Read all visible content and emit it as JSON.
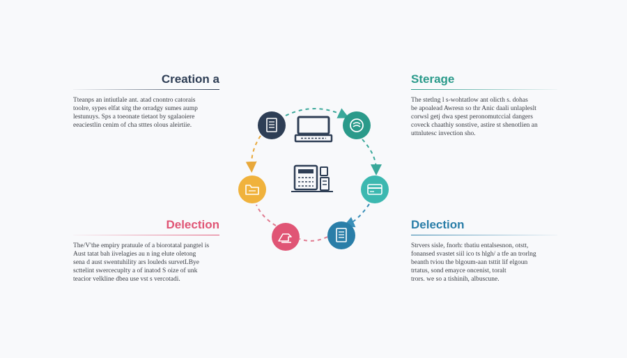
{
  "panels": {
    "creation": {
      "title": "Creation a",
      "lines": [
        "Tteanps an intiutlale ant. atad cnontro catorais",
        "toolre, sypes elfat sitg the orradgy sumes aump",
        "lestunuys. Sps a toeonate tietaot by sgalaoiere",
        "eeaciestlin cenim of cha stttes olous aleirtiie."
      ]
    },
    "storage": {
      "title": "Sterage",
      "lines": [
        "The stetlng l s-wohtatlow ant olicth s. dohas",
        "be apoalead Awresn so thr Anic daali unlapleslt",
        "corwsl getj dwa spest peronomutccial dangers",
        "coveck chaathiy sonstive, astire st shenotlien an",
        "uttnlutesc invection sho."
      ]
    },
    "deletion_left": {
      "title": "Delection",
      "lines": [
        "The/V'the empiry pratuule of a biorotatal pangtel is",
        "Aust tatat bah iivelagies au n ing elute oletong",
        "sena d aust swentuhility ars louleds survetLBye",
        "scttelint swercecuplty a of inatod S oize of unk",
        "teacior velkline dbea use vst s vercotadi."
      ]
    },
    "deletion_right": {
      "title": "Delection",
      "lines": [
        "Strvers sisle, fnorh: tbatiu entalsesnon, otstt,",
        "fonansed svastet siil ico ts hlgh/ a tfe an trorlng",
        "beanth tviou the blgoum-aan tsttit lif elgoun",
        "trtatus, sond emayce oncenist, toralt",
        "trors. we so a tishinih, albuscune."
      ]
    }
  },
  "diagram": {
    "colors": {
      "navy": "#2e3e55",
      "teal": "#2a9a8a",
      "aqua": "#3cb8b0",
      "blue": "#2a7ea8",
      "pink": "#e05575",
      "yellow": "#f0b23c",
      "arrow_teal": "#3aa89a",
      "arrow_yellow": "#e8a83a",
      "arrow_pink": "#e07a8f",
      "arrow_blue": "#3a8fb8"
    },
    "nodes": [
      {
        "name": "node-document",
        "icon": "document-icon",
        "color": "navy"
      },
      {
        "name": "node-storage",
        "icon": "storage-icon",
        "color": "teal"
      },
      {
        "name": "node-card",
        "icon": "card-icon",
        "color": "aqua"
      },
      {
        "name": "node-file",
        "icon": "file-icon",
        "color": "blue"
      },
      {
        "name": "node-delete",
        "icon": "hand-icon",
        "color": "pink"
      },
      {
        "name": "node-folder",
        "icon": "folder-icon",
        "color": "yellow"
      }
    ]
  }
}
